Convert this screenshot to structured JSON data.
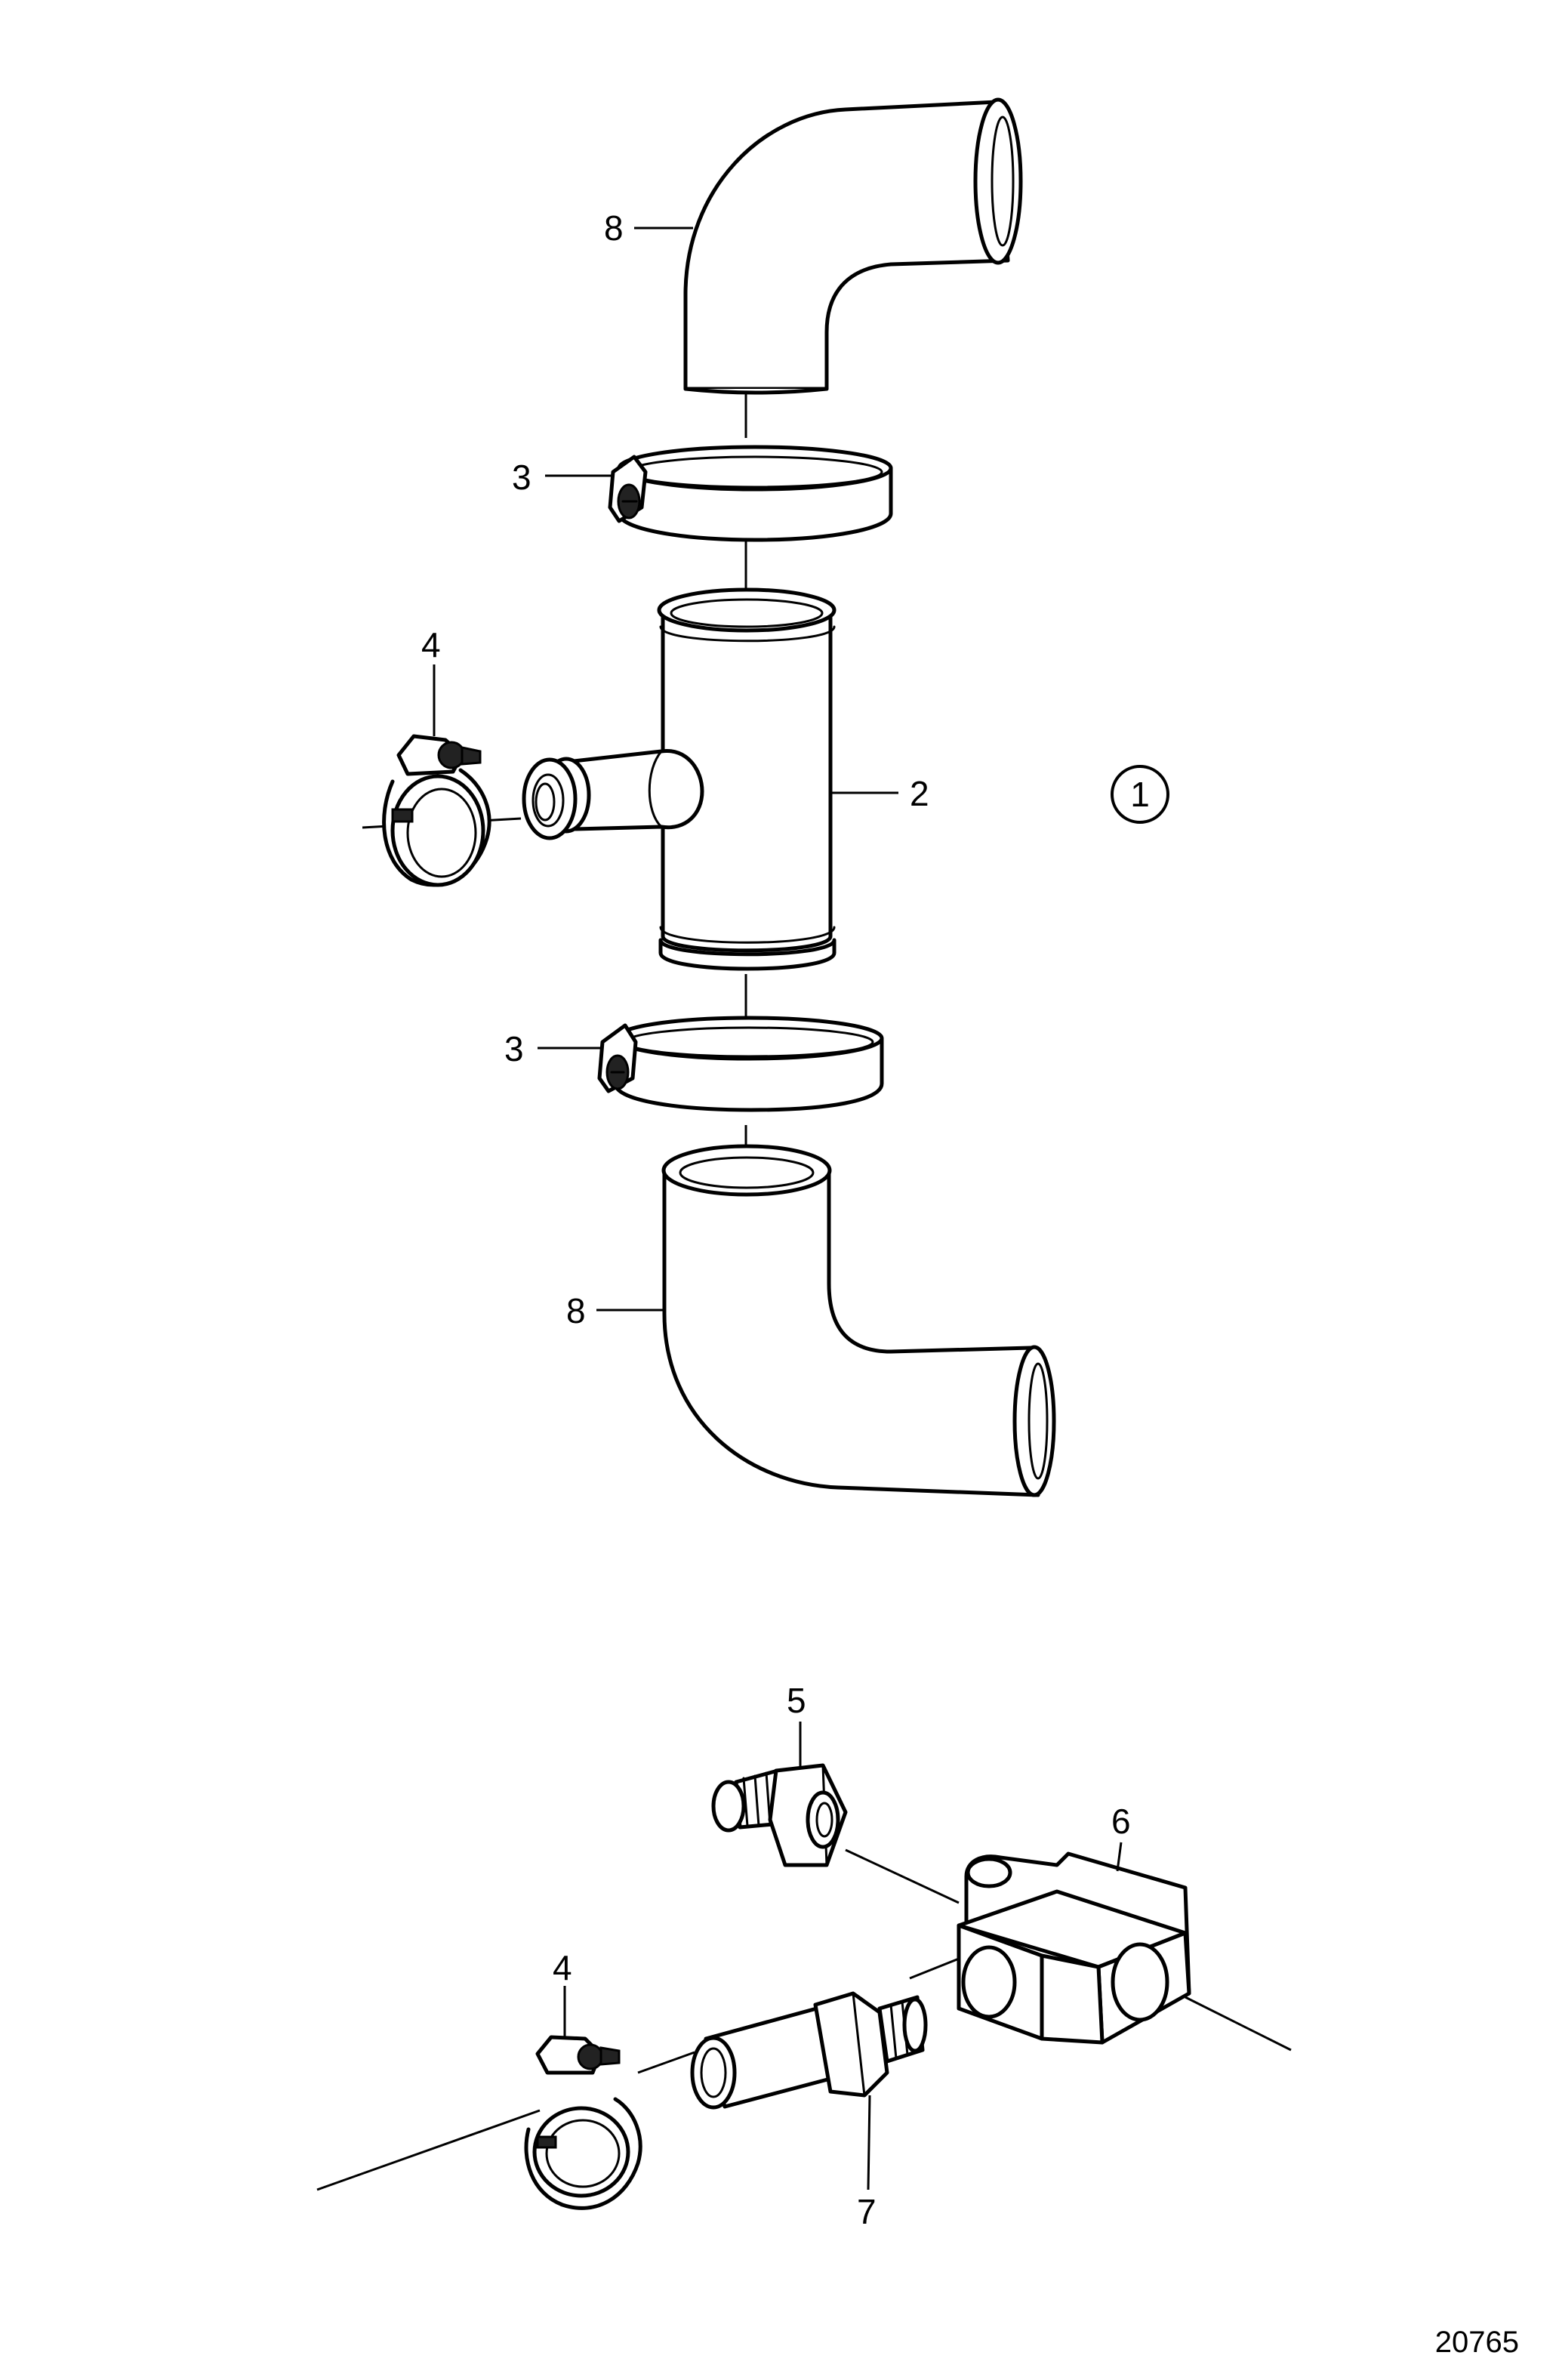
{
  "figure": {
    "number": "20765",
    "group_marker": "1"
  },
  "callouts": [
    {
      "id": "c8-top",
      "label": "8"
    },
    {
      "id": "c3-top",
      "label": "3"
    },
    {
      "id": "c4-top",
      "label": "4"
    },
    {
      "id": "c2",
      "label": "2"
    },
    {
      "id": "c3-bottom",
      "label": "3"
    },
    {
      "id": "c8-bottom",
      "label": "8"
    },
    {
      "id": "c5",
      "label": "5"
    },
    {
      "id": "c6",
      "label": "6"
    },
    {
      "id": "c4-bottom",
      "label": "4"
    },
    {
      "id": "c7",
      "label": "7"
    }
  ]
}
